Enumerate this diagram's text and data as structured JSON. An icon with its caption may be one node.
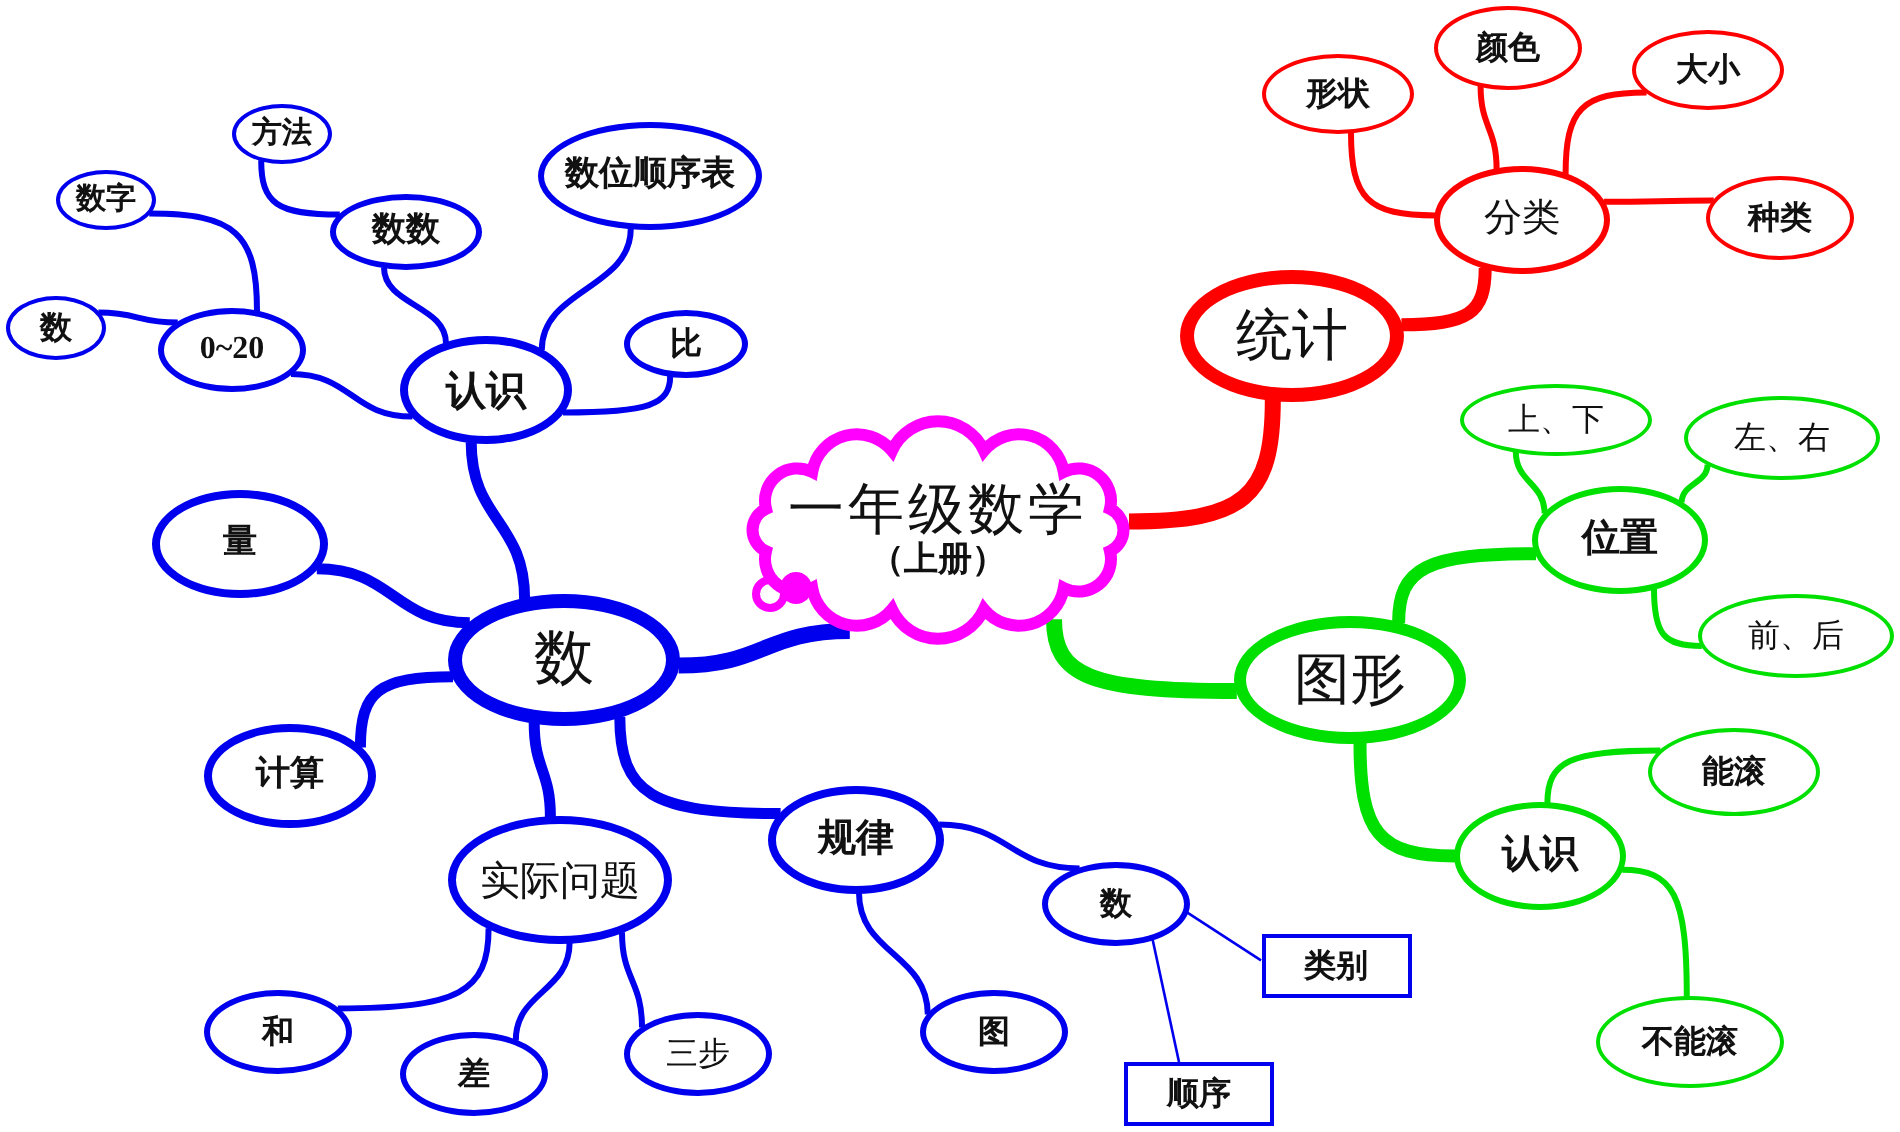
{
  "diagram": {
    "nodes": [
      {
        "text": [
          "一年级数学",
          "（上册）"
        ]
      },
      {
        "text": [
          "数"
        ]
      },
      {
        "text": [
          "认识"
        ]
      },
      {
        "text": [
          "数位顺序表"
        ]
      },
      {
        "text": [
          "数数"
        ]
      },
      {
        "text": [
          "方法"
        ]
      },
      {
        "text": [
          "0~20"
        ]
      },
      {
        "text": [
          "数字"
        ]
      },
      {
        "text": [
          "数"
        ]
      },
      {
        "text": [
          "比"
        ]
      },
      {
        "text": [
          "量"
        ]
      },
      {
        "text": [
          "计算"
        ]
      },
      {
        "text": [
          "实际问题"
        ]
      },
      {
        "text": [
          "和"
        ]
      },
      {
        "text": [
          "差"
        ]
      },
      {
        "text": [
          "三步"
        ]
      },
      {
        "text": [
          "规律"
        ]
      },
      {
        "text": [
          "图"
        ]
      },
      {
        "text": [
          "数"
        ]
      },
      {
        "text": [
          "类别"
        ]
      },
      {
        "text": [
          "顺序"
        ]
      },
      {
        "text": [
          "统计"
        ]
      },
      {
        "text": [
          "分类"
        ]
      },
      {
        "text": [
          "形状"
        ]
      },
      {
        "text": [
          "颜色"
        ]
      },
      {
        "text": [
          "大小"
        ]
      },
      {
        "text": [
          "种类"
        ]
      },
      {
        "text": [
          "图形"
        ]
      },
      {
        "text": [
          "位置"
        ]
      },
      {
        "text": [
          "上、下"
        ]
      },
      {
        "text": [
          "左、右"
        ]
      },
      {
        "text": [
          "前、后"
        ]
      },
      {
        "text": [
          "认识"
        ]
      },
      {
        "text": [
          "能滚"
        ]
      },
      {
        "text": [
          "不能滚"
        ]
      }
    ],
    "edges": [
      {
        "from": 0,
        "to": 1,
        "arrow": "none",
        "style": "thick"
      },
      {
        "from": 0,
        "to": 21,
        "arrow": "none",
        "style": "thick",
        "color": "#ff0000"
      },
      {
        "from": 0,
        "to": 27,
        "arrow": "none",
        "style": "thick",
        "color": "#00e000"
      },
      {
        "from": 1,
        "to": 2,
        "arrow": "none",
        "style": "thick"
      },
      {
        "from": 1,
        "to": 10,
        "arrow": "none",
        "style": "thick"
      },
      {
        "from": 1,
        "to": 11,
        "arrow": "none",
        "style": "thick"
      },
      {
        "from": 1,
        "to": 12,
        "arrow": "none",
        "style": "thick"
      },
      {
        "from": 1,
        "to": 16,
        "arrow": "none",
        "style": "thick"
      },
      {
        "from": 2,
        "to": 3,
        "arrow": "none"
      },
      {
        "from": 2,
        "to": 4,
        "arrow": "none"
      },
      {
        "from": 4,
        "to": 5,
        "arrow": "none"
      },
      {
        "from": 2,
        "to": 6,
        "arrow": "none"
      },
      {
        "from": 6,
        "to": 7,
        "arrow": "none"
      },
      {
        "from": 6,
        "to": 8,
        "arrow": "none"
      },
      {
        "from": 2,
        "to": 9,
        "arrow": "none"
      },
      {
        "from": 12,
        "to": 13,
        "arrow": "none"
      },
      {
        "from": 12,
        "to": 14,
        "arrow": "none"
      },
      {
        "from": 12,
        "to": 15,
        "arrow": "none"
      },
      {
        "from": 16,
        "to": 17,
        "arrow": "none"
      },
      {
        "from": 16,
        "to": 18,
        "arrow": "none"
      },
      {
        "from": 18,
        "to": 19,
        "arrow": "none"
      },
      {
        "from": 18,
        "to": 20,
        "arrow": "none"
      },
      {
        "from": 21,
        "to": 22,
        "arrow": "none",
        "style": "thick",
        "color": "#ff0000"
      },
      {
        "from": 22,
        "to": 23,
        "arrow": "none",
        "color": "#ff0000"
      },
      {
        "from": 22,
        "to": 24,
        "arrow": "none",
        "color": "#ff0000"
      },
      {
        "from": 22,
        "to": 25,
        "arrow": "none",
        "color": "#ff0000"
      },
      {
        "from": 22,
        "to": 26,
        "arrow": "none",
        "color": "#ff0000"
      },
      {
        "from": 27,
        "to": 28,
        "arrow": "none",
        "style": "thick",
        "color": "#00e000"
      },
      {
        "from": 28,
        "to": 29,
        "arrow": "none",
        "color": "#00e000"
      },
      {
        "from": 28,
        "to": 30,
        "arrow": "none",
        "color": "#00e000"
      },
      {
        "from": 28,
        "to": 31,
        "arrow": "none",
        "color": "#00e000"
      },
      {
        "from": 27,
        "to": 32,
        "arrow": "none",
        "style": "thick",
        "color": "#00e000"
      },
      {
        "from": 32,
        "to": 33,
        "arrow": "none",
        "color": "#00e000"
      },
      {
        "from": 32,
        "to": 34,
        "arrow": "none",
        "color": "#00e000"
      }
    ]
  }
}
